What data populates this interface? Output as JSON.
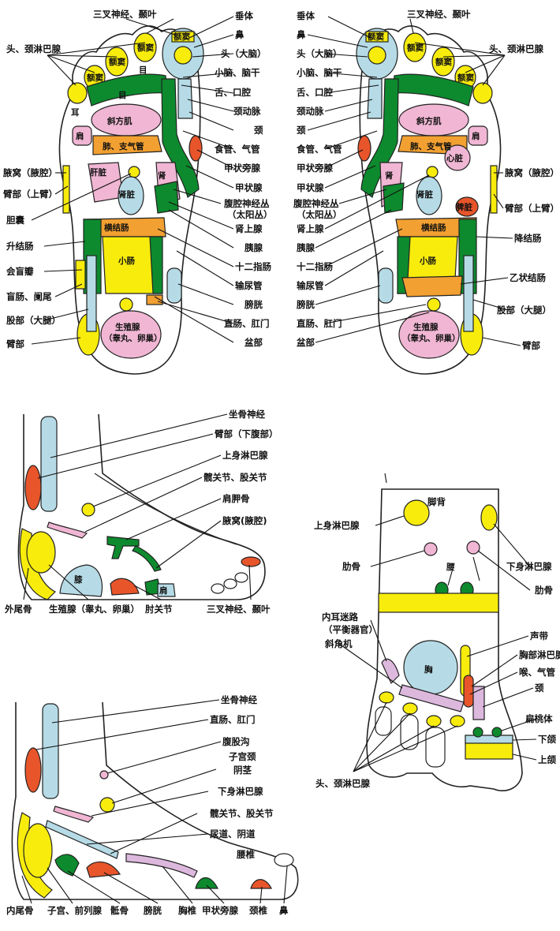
{
  "foot_left": {
    "labels": [
      "垂体",
      "鼻",
      "头（大脑）",
      "小脑、脑干",
      "舌、口腔",
      "颈动脉",
      "颈",
      "食管、气管",
      "甲状旁腺",
      "甲状腺",
      "腹腔神经丛",
      "（太阳丛）",
      "肾上腺",
      "胰腺",
      "十二指肠",
      "输尿管",
      "膀胱",
      "直肠、肛门",
      "盆部",
      "三叉神经、颞叶",
      "头、颈淋巴腺",
      "腋窝（腋腔）",
      "臂部（上臂）",
      "胆囊",
      "升结肠",
      "会盲瓣",
      "盲肠、阑尾",
      "股部（大腿）",
      "臂部"
    ],
    "inner": [
      "额窦",
      "额窦",
      "额窦",
      "额窦",
      "耳",
      "目",
      "目",
      "斜方肌",
      "肩",
      "肺、支气管",
      "肝脏",
      "肾脏",
      "肾",
      "横结肠",
      "小肠",
      "生殖腺",
      "（睾丸、卵巢）"
    ]
  },
  "foot_right": {
    "labels": [
      "鼻",
      "头（大脑）",
      "小脑、脑干",
      "舌、口腔",
      "颈动脉",
      "颈",
      "食管、气管",
      "甲状旁腺",
      "甲状腺",
      "腹腔神经丛",
      "（太阳丛）",
      "肾上腺",
      "胰腺",
      "十二指肠",
      "输尿管",
      "膀胱",
      "直肠、肛门",
      "盆部",
      "垂体",
      "三叉神经、颞叶",
      "头、颈淋巴腺",
      "腋窝（腋腔）",
      "臂部（上臂）",
      "降结肠",
      "乙状结肠",
      "股部（大腿）",
      "臂部"
    ],
    "inner": [
      "额窦",
      "额窦",
      "额窦",
      "额窦",
      "斜方肌",
      "肺、支气管",
      "肩",
      "心脏",
      "肾",
      "肾脏",
      "脾脏",
      "横结肠",
      "小肠",
      "生殖腺",
      "（睾丸、卵巢）"
    ]
  },
  "outer_side": {
    "labels": [
      "坐骨神经",
      "臂部（下腹部）",
      "上身淋巴腺",
      "髋关节、股关节",
      "肩胛骨",
      "腋窝(腋腔)",
      "外尾骨",
      "生殖腺（睾丸、卵巢）",
      "肘关节",
      "三叉神经、颞叶"
    ],
    "inner": [
      "膝",
      "肩"
    ]
  },
  "inner_side": {
    "labels": [
      "坐骨神经",
      "直肠、肛门",
      "腹股沟",
      "子宫颈",
      "阴茎",
      "下身淋巴腺",
      "髋关节、股关节",
      "尿道、阴道",
      "腰椎",
      "内尾骨",
      "子宫、前列腺",
      "骶骨",
      "膀胱",
      "胸椎",
      "甲状旁腺",
      "颈椎",
      "鼻"
    ]
  },
  "dorsum": {
    "title": "脚背",
    "labels": [
      "上身淋巴腺",
      "肋骨",
      "内耳迷路",
      "（平衡器官）",
      "斜角机",
      "下身淋巴腺",
      "肋骨",
      "声带",
      "胸部淋巴腺",
      "喉、气管",
      "颈",
      "扁桃体",
      "下颌",
      "上颌",
      "头、颈淋巴腺"
    ],
    "inner": [
      "腰",
      "胸"
    ]
  },
  "colors": {
    "yellow": "#f7ec0c",
    "blue": "#b6dbe6",
    "green": "#0d8a2e",
    "pink": "#f0b6d3",
    "orange": "#f2a031",
    "red": "#e8552b",
    "purple": "#ddb8dd"
  }
}
